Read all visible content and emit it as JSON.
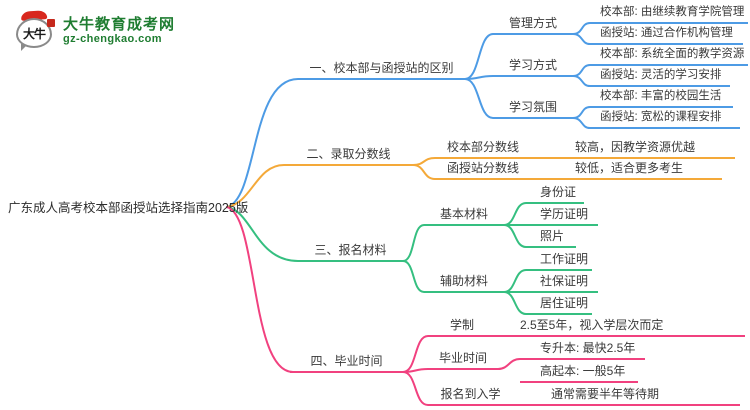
{
  "site": {
    "logo_mark": "大牛",
    "logo_title": "大牛教育成考网",
    "logo_url": "gz-chengkao.com",
    "brand_green": "#1f7d31",
    "seal_red": "#d8281e"
  },
  "root": {
    "title": "广东成人高考校本部函授站选择指南2025版"
  },
  "colors": {
    "branch1": "#4d9be5",
    "branch2": "#f4a939",
    "branch3": "#35bf80",
    "branch4": "#f1417f"
  },
  "branches": [
    {
      "label": "一、校本部与函授站的区别",
      "children": [
        {
          "label": "管理方式",
          "leaves": [
            "校本部: 由继续教育学院管理",
            "函授站: 通过合作机构管理"
          ]
        },
        {
          "label": "学习方式",
          "leaves": [
            "校本部: 系统全面的教学资源",
            "函授站: 灵活的学习安排"
          ]
        },
        {
          "label": "学习氛围",
          "leaves": [
            "校本部: 丰富的校园生活",
            "函授站: 宽松的课程安排"
          ]
        }
      ]
    },
    {
      "label": "二、录取分数线",
      "children": [
        {
          "label": "校本部分数线",
          "leaves": [
            "较高，因教学资源优越"
          ]
        },
        {
          "label": "函授站分数线",
          "leaves": [
            "较低，适合更多考生"
          ]
        }
      ]
    },
    {
      "label": "三、报名材料",
      "children": [
        {
          "label": "基本材料",
          "leaves": [
            "身份证",
            "学历证明",
            "照片"
          ]
        },
        {
          "label": "辅助材料",
          "leaves": [
            "工作证明",
            "社保证明",
            "居住证明"
          ]
        }
      ]
    },
    {
      "label": "四、毕业时间",
      "children": [
        {
          "label": "学制",
          "leaves": [
            "2.5至5年，视入学层次而定"
          ]
        },
        {
          "label": "毕业时间",
          "leaves": [
            "专升本: 最快2.5年",
            "高起本: 一般5年"
          ]
        },
        {
          "label": "报名到入学",
          "leaves": [
            "通常需要半年等待期"
          ]
        }
      ]
    }
  ]
}
